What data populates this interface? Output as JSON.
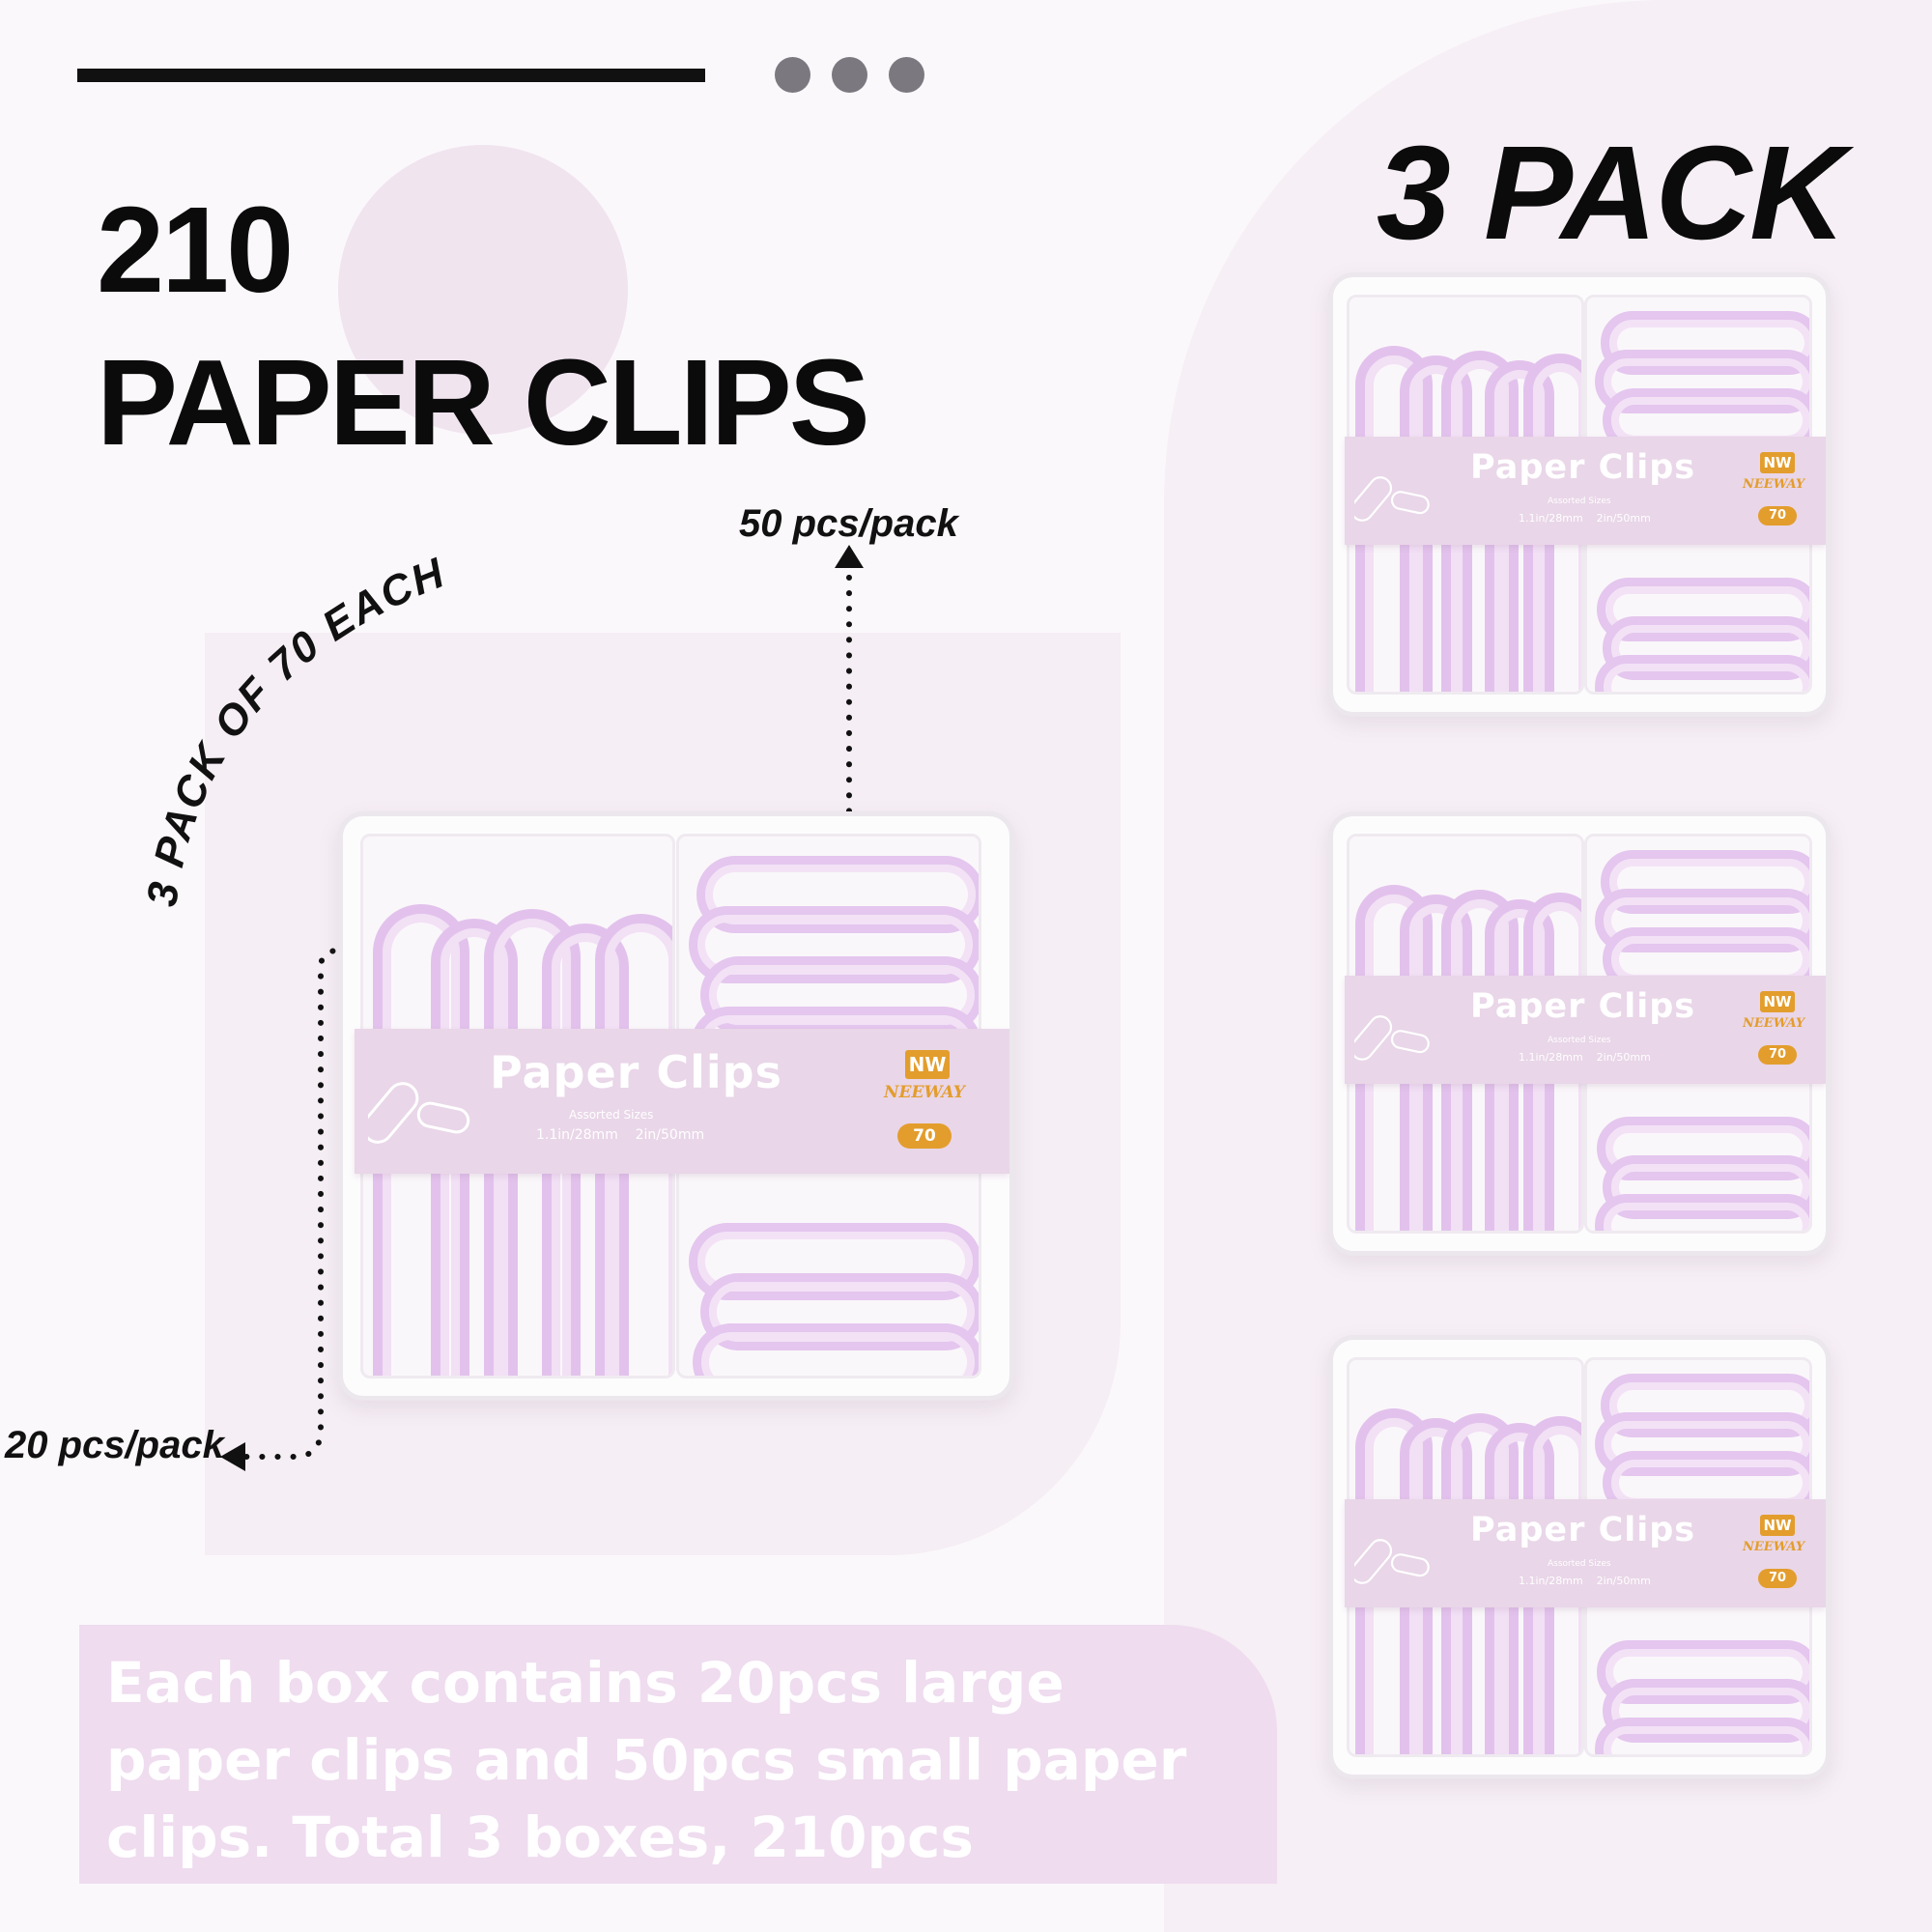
{
  "headline": {
    "line1": "210",
    "line2": "PAPER CLIPS"
  },
  "pack_title": "3 PACK",
  "annotations": {
    "curved": "3 PACK OF 70 EACH",
    "small_count": "50 pcs/pack",
    "large_count": "20 pcs/pack"
  },
  "product_label": {
    "title": "Paper Clips",
    "subtitle": "Assorted Sizes",
    "sizes": "1.1in/28mm    2in/50mm",
    "brand": "NEEWAY",
    "brand_mark": "NW",
    "count": "70"
  },
  "description": "Each box contains 20pcs large paper clips and 50pcs small paper clips. Total 3 boxes, 210pcs",
  "colors": {
    "clip_purple": "#e4c6ee",
    "label_bg": "#e9d6e8",
    "brand_orange": "#e39d2c",
    "panel_pink": "#efdcef"
  }
}
